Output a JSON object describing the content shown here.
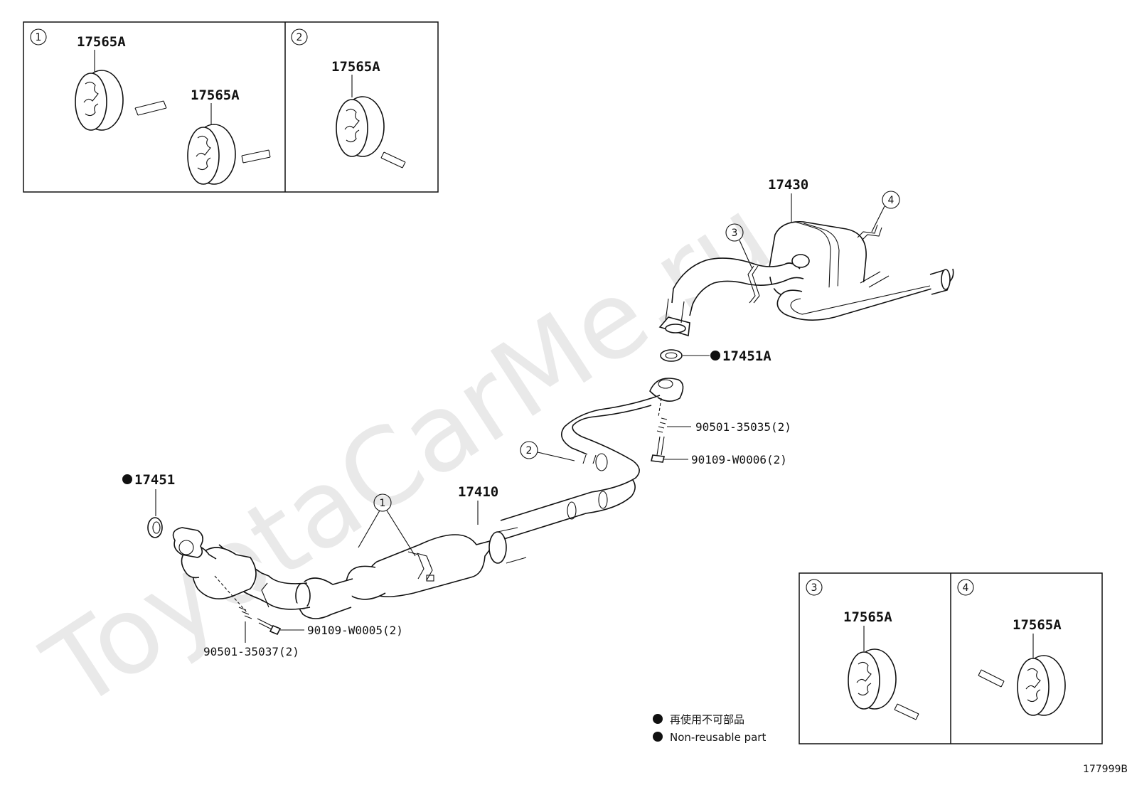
{
  "watermark": "ToyotaCarMe.ru",
  "figure_id": "177999B",
  "insets": [
    {
      "id": "1",
      "labels": [
        "17565A",
        "17565A"
      ]
    },
    {
      "id": "2",
      "labels": [
        "17565A"
      ]
    },
    {
      "id": "3",
      "labels": [
        "17565A"
      ]
    },
    {
      "id": "4",
      "labels": [
        "17565A"
      ]
    }
  ],
  "parts": {
    "tail_pipe": "17430",
    "center_pipe": "17410",
    "front_gasket": "17451",
    "rear_gasket": "17451A",
    "rear_spring": "90501-35035(2)",
    "rear_bolt": "90109-W0006(2)",
    "front_bolt": "90109-W0005(2)",
    "front_spring": "90501-35037(2)"
  },
  "callouts": [
    "1",
    "2",
    "3",
    "4"
  ],
  "legend": {
    "japanese": "再使用不可部品",
    "english": "Non-reusable part"
  }
}
